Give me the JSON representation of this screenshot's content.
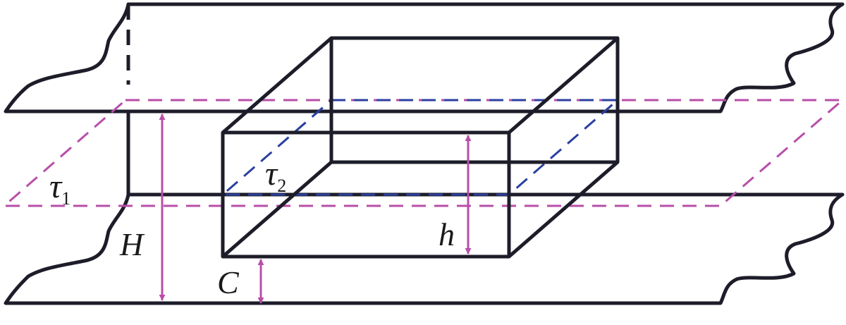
{
  "labels": {
    "H": "H",
    "h": "h",
    "C": "C",
    "tau1": "τ",
    "tau1_sub": "1",
    "tau2": "τ",
    "tau2_sub": "2"
  },
  "colors": {
    "outline": "#1d1d2a",
    "plane_tau1": "#b84ea8",
    "plane_tau2": "#2b3fa0",
    "dimension_arrows": "#b84ea8"
  }
}
